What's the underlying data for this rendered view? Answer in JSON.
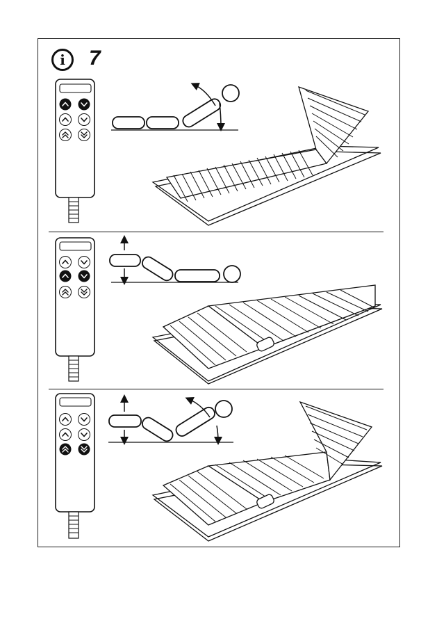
{
  "header": {
    "info_symbol": "i",
    "step_number": "7"
  },
  "icons": {
    "info": "info-icon",
    "remote": "remote-control-icon",
    "arrow_up": "chevron-up-icon",
    "arrow_down": "chevron-down-icon",
    "double_up": "double-chevron-up-icon",
    "double_down": "double-chevron-down-icon"
  },
  "panels": [
    {
      "id": "head-adjust",
      "active_buttons": "row1"
    },
    {
      "id": "foot-adjust",
      "active_buttons": "row2"
    },
    {
      "id": "head-and-foot-adjust",
      "active_buttons": "row3"
    }
  ],
  "colors": {
    "ink": "#111111",
    "paper": "#ffffff"
  }
}
